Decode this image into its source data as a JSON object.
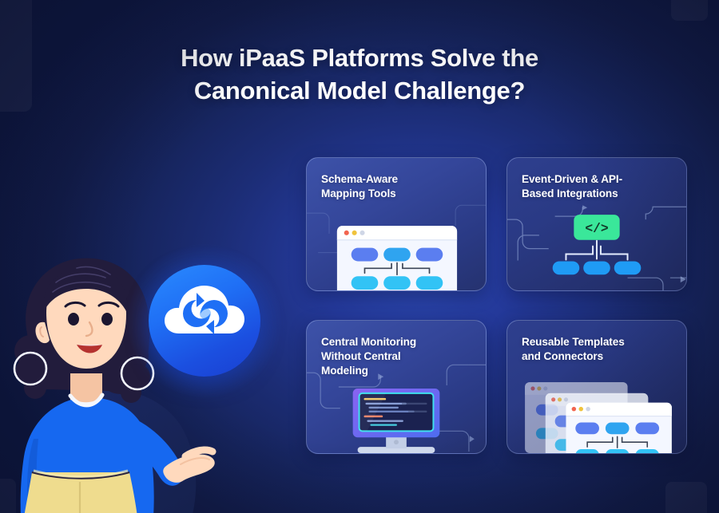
{
  "page": {
    "title_line1": "How iPaaS Platforms Solve the",
    "title_line2": "Canonical Model Challenge?",
    "background_color": "#16245c",
    "accent_color": "#1f6ff5",
    "card_border_color": "#b9cdff"
  },
  "hero": {
    "character_alt": "woman-presenting-cloud",
    "sweater_color": "#1668f0",
    "skirt_color": "#efdc8e",
    "hair_color": "#221c3c",
    "skin_color": "#ffd9bd",
    "orb_icon": "cloud-sync-icon",
    "orb_color": "#1f6ff5"
  },
  "cards": [
    {
      "id": "schema-aware-mapping-tools",
      "title": "Schema-Aware\nMapping Tools",
      "title_line1": "Schema-Aware",
      "title_line2": "Mapping Tools",
      "art": "browser-node-map",
      "art_colors": {
        "window": "#f4f7ff",
        "node_top": "#5b7ef0",
        "node_mid": "#2fa4f0",
        "node_bottom": "#32c3f5",
        "connector": "#3b4455"
      }
    },
    {
      "id": "event-driven-api-based-integrations",
      "title": "Event-Driven & API-Based Integrations",
      "title_line1": "Event-Driven & API-",
      "title_line2": "Based Integrations",
      "art": "code-block-circuit",
      "code_glyph": "</>",
      "art_colors": {
        "code_block": "#3ae79a",
        "code_text": "#123a2a",
        "node": "#1f9bf5",
        "trace": "#9fb3e0"
      }
    },
    {
      "id": "central-monitoring-without-central-modeling",
      "title": "Central Monitoring Without Central Modeling",
      "title_line1": "Central Monitoring",
      "title_line2": "Without Central",
      "title_line3": "Modeling",
      "art": "desktop-monitor-code",
      "art_colors": {
        "bezel": "#7b5ff0",
        "screen": "#1b2250",
        "screen_border": "#3fe0ee",
        "stand": "#ccd6ea"
      }
    },
    {
      "id": "reusable-templates-and-connectors",
      "title": "Reusable Templates and Connectors",
      "title_line1": "Reusable Templates",
      "title_line2": "and Connectors",
      "art": "stacked-browser-windows",
      "art_colors": {
        "window": "#f4f7ff",
        "node_top": "#5b7ef0",
        "node_bottom": "#32c3f5"
      }
    }
  ]
}
